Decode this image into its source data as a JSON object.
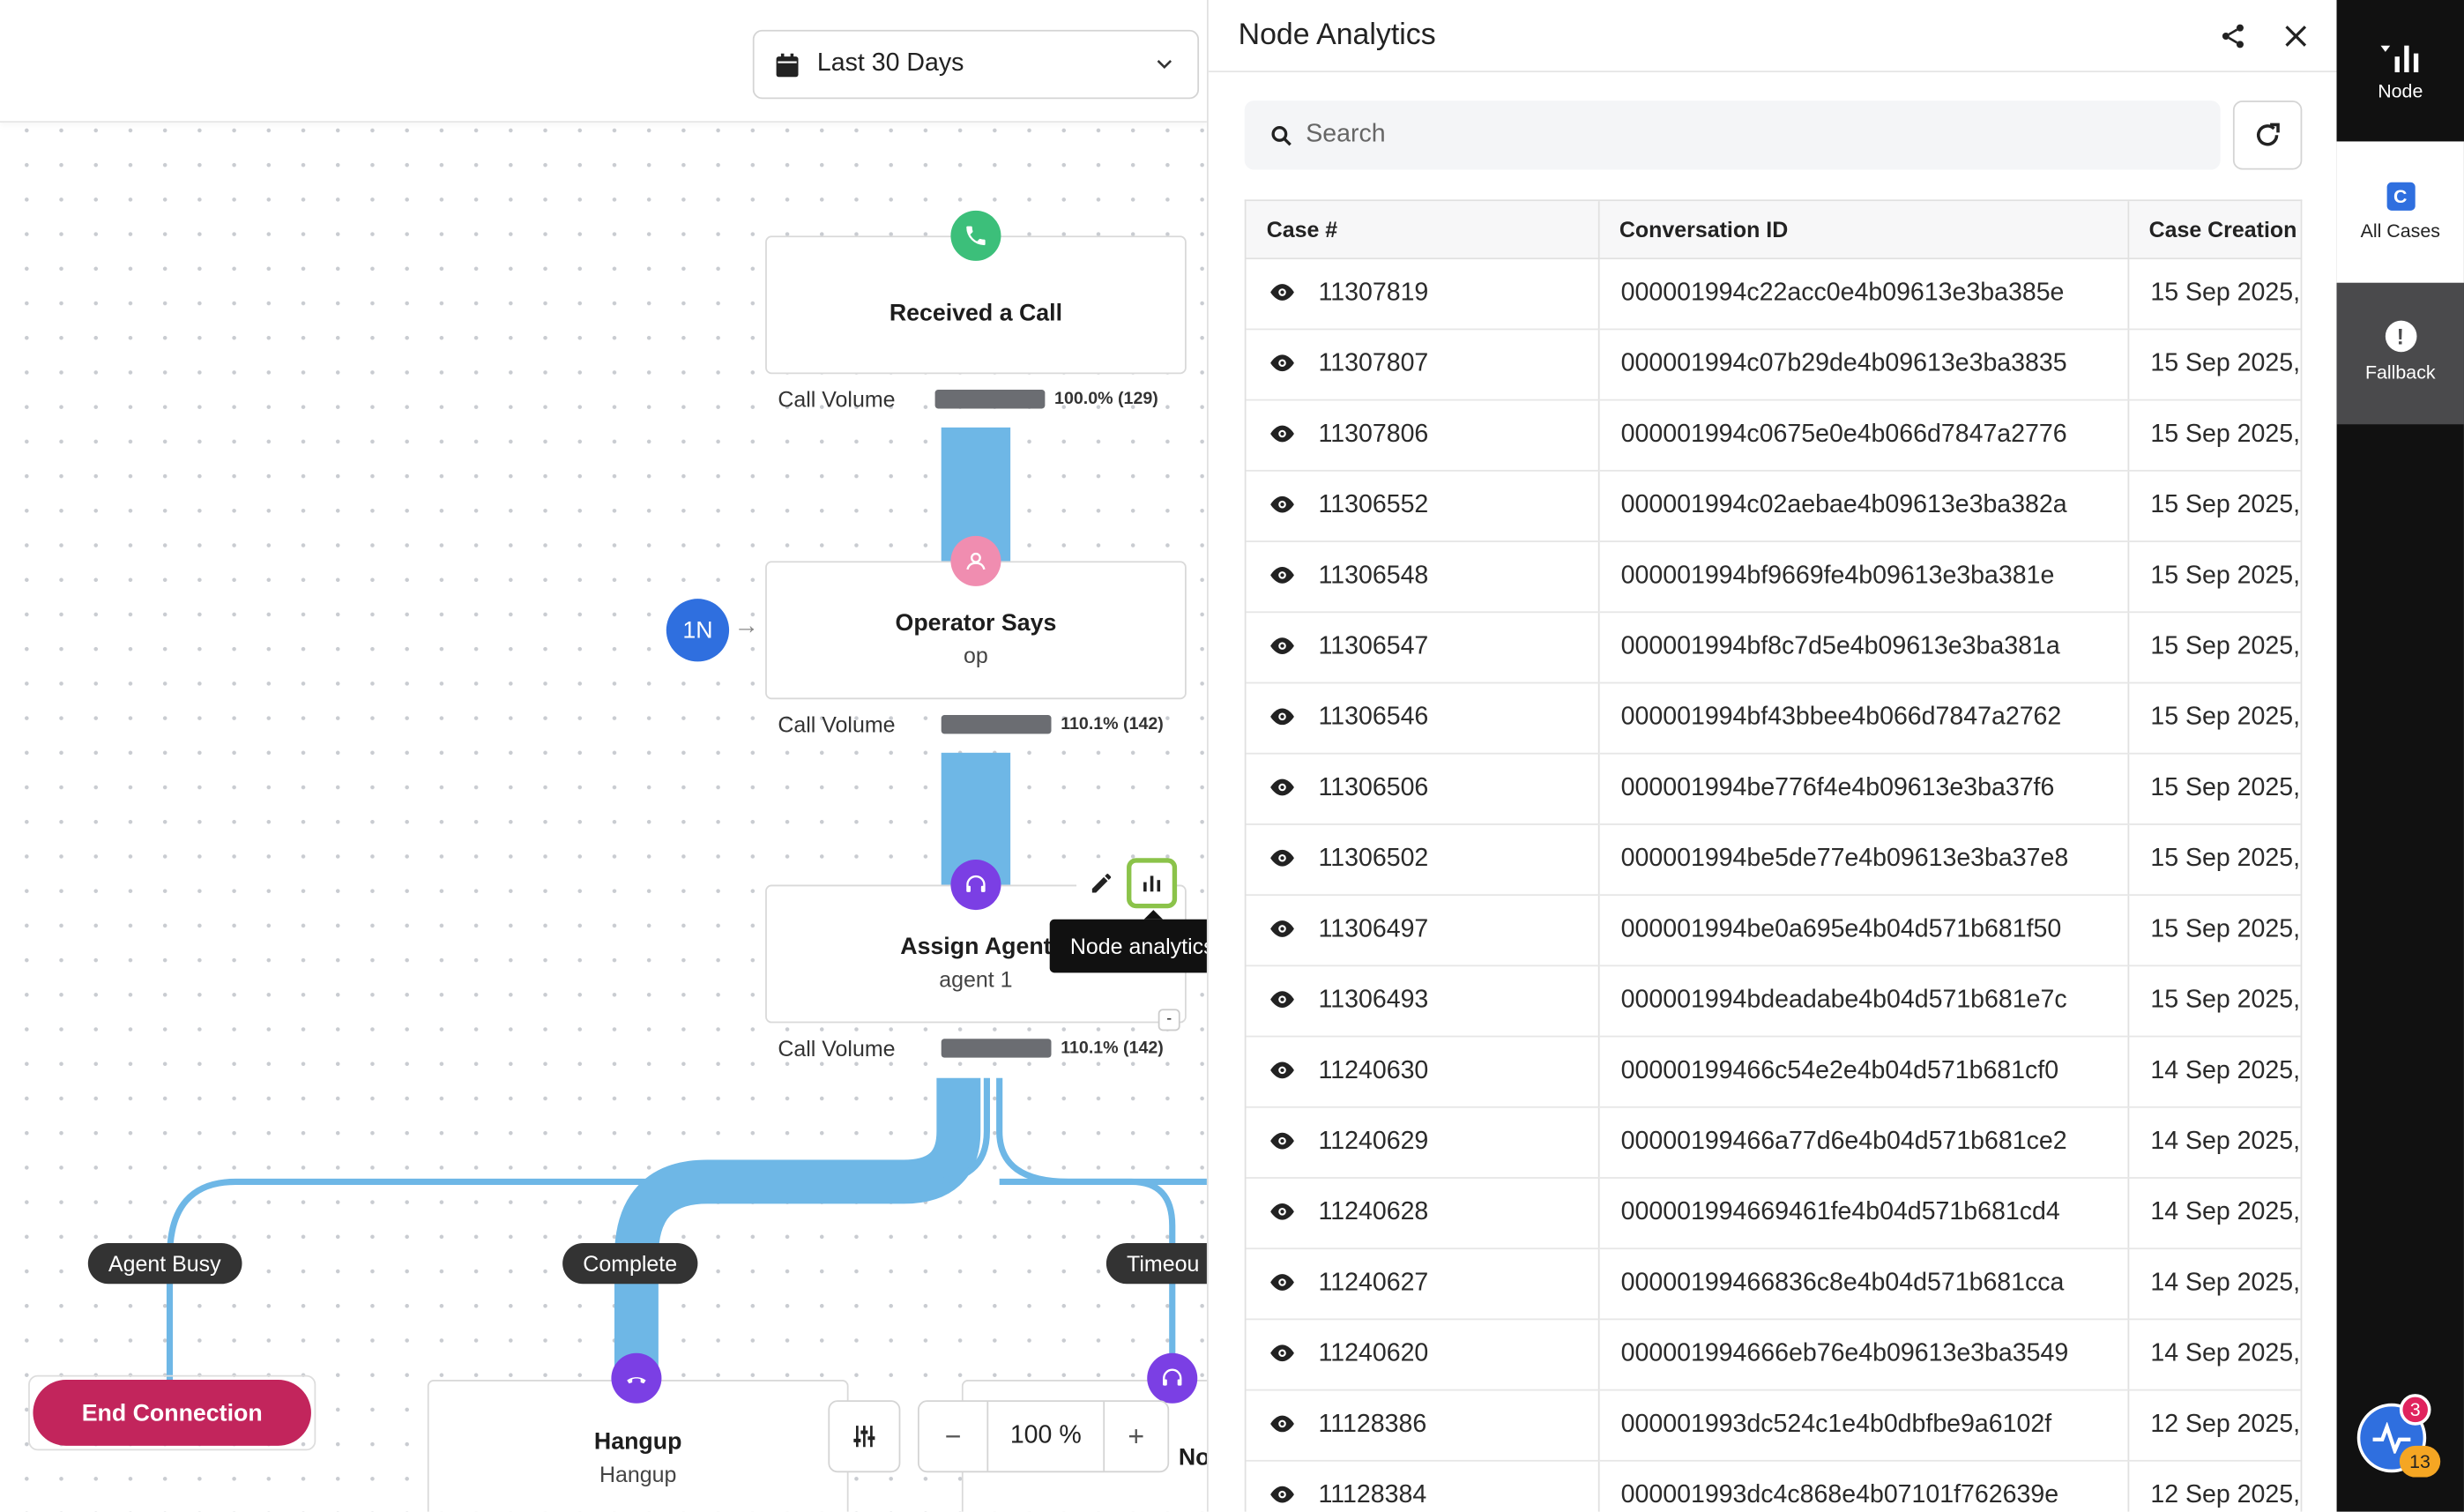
{
  "toolbar": {
    "date_range": "Last 30 Days"
  },
  "flow": {
    "nodes": [
      {
        "title": "Received a Call",
        "subtitle": "",
        "cv_label": "Call Volume",
        "cv_value": "100.0% (129)",
        "cv_fraction": 1.0
      },
      {
        "title": "Operator Says",
        "subtitle": "op",
        "cv_label": "Call Volume",
        "cv_value": "110.1% (142)",
        "cv_fraction": 1.0
      },
      {
        "title": "Assign Agent",
        "subtitle": "agent 1",
        "cv_label": "Call Volume",
        "cv_value": "110.1% (142)",
        "cv_fraction": 1.0
      },
      {
        "title": "Hangup",
        "subtitle": "Hangup"
      },
      {
        "title": "No"
      }
    ],
    "entry_badge": "1N",
    "branches": [
      "Agent Busy",
      "Complete",
      "Timeou"
    ],
    "end_connection": "End Connection",
    "tooltip": "Node analytics",
    "collapse_mark": "-",
    "zoom": {
      "minus": "−",
      "level": "100 %",
      "plus": "+"
    }
  },
  "panel": {
    "title": "Node Analytics",
    "search_placeholder": "Search",
    "columns": [
      "Case #",
      "Conversation ID",
      "Case Creation"
    ],
    "rows": [
      {
        "case": "11307819",
        "conv": "000001994c22acc0e4b09613e3ba385e",
        "created": "15 Sep 2025,"
      },
      {
        "case": "11307807",
        "conv": "000001994c07b29de4b09613e3ba3835",
        "created": "15 Sep 2025,"
      },
      {
        "case": "11307806",
        "conv": "000001994c0675e0e4b066d7847a2776",
        "created": "15 Sep 2025,"
      },
      {
        "case": "11306552",
        "conv": "000001994c02aebae4b09613e3ba382a",
        "created": "15 Sep 2025,"
      },
      {
        "case": "11306548",
        "conv": "000001994bf9669fe4b09613e3ba381e",
        "created": "15 Sep 2025,"
      },
      {
        "case": "11306547",
        "conv": "000001994bf8c7d5e4b09613e3ba381a",
        "created": "15 Sep 2025,"
      },
      {
        "case": "11306546",
        "conv": "000001994bf43bbee4b066d7847a2762",
        "created": "15 Sep 2025,"
      },
      {
        "case": "11306506",
        "conv": "000001994be776f4e4b09613e3ba37f6",
        "created": "15 Sep 2025,"
      },
      {
        "case": "11306502",
        "conv": "000001994be5de77e4b09613e3ba37e8",
        "created": "15 Sep 2025,"
      },
      {
        "case": "11306497",
        "conv": "000001994be0a695e4b04d571b681f50",
        "created": "15 Sep 2025,"
      },
      {
        "case": "11306493",
        "conv": "000001994bdeadabe4b04d571b681e7c",
        "created": "15 Sep 2025,"
      },
      {
        "case": "11240630",
        "conv": "00000199466c54e2e4b04d571b681cf0",
        "created": "14 Sep 2025,"
      },
      {
        "case": "11240629",
        "conv": "00000199466a77d6e4b04d571b681ce2",
        "created": "14 Sep 2025,"
      },
      {
        "case": "11240628",
        "conv": "000001994669461fe4b04d571b681cd4",
        "created": "14 Sep 2025,"
      },
      {
        "case": "11240627",
        "conv": "00000199466836c8e4b04d571b681cca",
        "created": "14 Sep 2025,"
      },
      {
        "case": "11240620",
        "conv": "000001994666eb76e4b09613e3ba3549",
        "created": "14 Sep 2025,"
      },
      {
        "case": "11128386",
        "conv": "000001993dc524c1e4b0dbfbe9a6102f",
        "created": "12 Sep 2025,"
      },
      {
        "case": "11128384",
        "conv": "000001993dc4c868e4b07101f762639e",
        "created": "12 Sep 2025,"
      }
    ]
  },
  "rail": {
    "items": [
      {
        "label": "Node"
      },
      {
        "label": "All Cases",
        "icon_letter": "C"
      },
      {
        "label": "Fallback"
      }
    ],
    "badge_top": "3",
    "badge_bottom": "13"
  },
  "colors": {
    "flow": "#6eb7e6",
    "end_connection": "#c2255c",
    "rail_bg": "#111111",
    "green_call": "#3cbf7a",
    "pink_operator": "#f08db0",
    "purple_agent": "#7b3fe4",
    "accent_blue": "#2f6fdf"
  }
}
